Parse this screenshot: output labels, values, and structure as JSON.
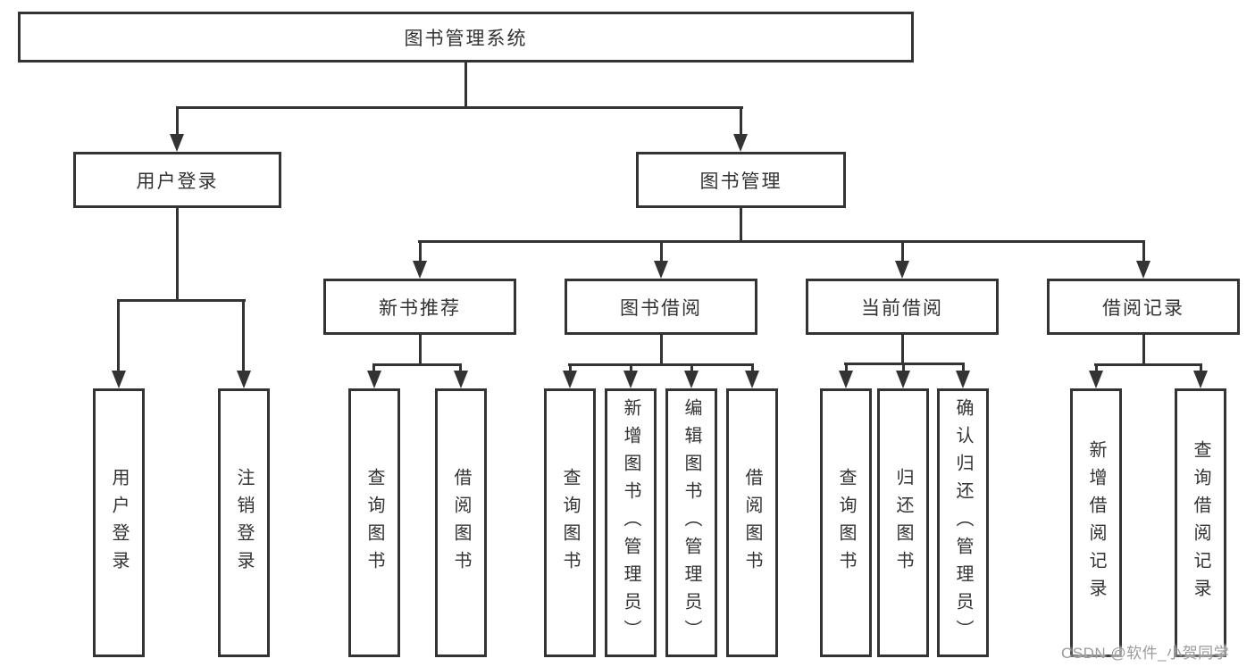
{
  "tree": {
    "root": {
      "label": "图书管理系统"
    },
    "branches": [
      {
        "label": "用户登录",
        "children": [
          {
            "label": "用户登录"
          },
          {
            "label": "注销登录"
          }
        ]
      },
      {
        "label": "图书管理",
        "children": [
          {
            "label": "新书推荐",
            "children": [
              {
                "label": "查询图书"
              },
              {
                "label": "借阅图书"
              }
            ]
          },
          {
            "label": "图书借阅",
            "children": [
              {
                "label": "查询图书"
              },
              {
                "label": "新增图书（管理员）"
              },
              {
                "label": "编辑图书（管理员）"
              },
              {
                "label": "借阅图书"
              }
            ]
          },
          {
            "label": "当前借阅",
            "children": [
              {
                "label": "查询图书"
              },
              {
                "label": "归还图书"
              },
              {
                "label": "确认归还（管理员）"
              }
            ]
          },
          {
            "label": "借阅记录",
            "children": [
              {
                "label": "新增借阅记录"
              },
              {
                "label": "查询借阅记录"
              }
            ]
          }
        ]
      }
    ]
  },
  "watermark": {
    "text": "CSDN @软件_小贺同学"
  },
  "colors": {
    "line": "#333333",
    "text": "#333333",
    "watermark_text": "#9b9b9b",
    "background": "#ffffff"
  }
}
